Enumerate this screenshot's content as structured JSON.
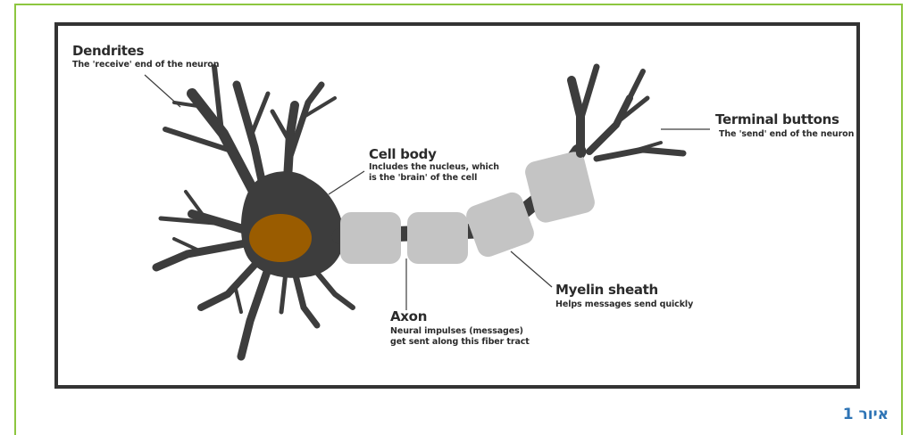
{
  "labels": {
    "dendrites": {
      "title": "Dendrites",
      "desc": "The 'receive' end of the neuron"
    },
    "cell_body": {
      "title": "Cell body",
      "desc_line1": "Includes the nucleus, which",
      "desc_line2": "is the 'brain' of the cell"
    },
    "terminal_buttons": {
      "title": "Terminal buttons",
      "desc": "The 'send' end of the neuron"
    },
    "axon": {
      "title": "Axon",
      "desc_line1": "Neural impulses (messages)",
      "desc_line2": "get sent along this fiber tract"
    },
    "myelin_sheath": {
      "title": "Myelin sheath",
      "desc": "Helps messages send quickly"
    }
  },
  "caption": "איור 1",
  "colors": {
    "frame_border": "#8dc63f",
    "neuron_body": "#3d3d3d",
    "nucleus": "#9a5c00",
    "myelin": "#c4c4c4",
    "caption": "#2e74b5"
  }
}
